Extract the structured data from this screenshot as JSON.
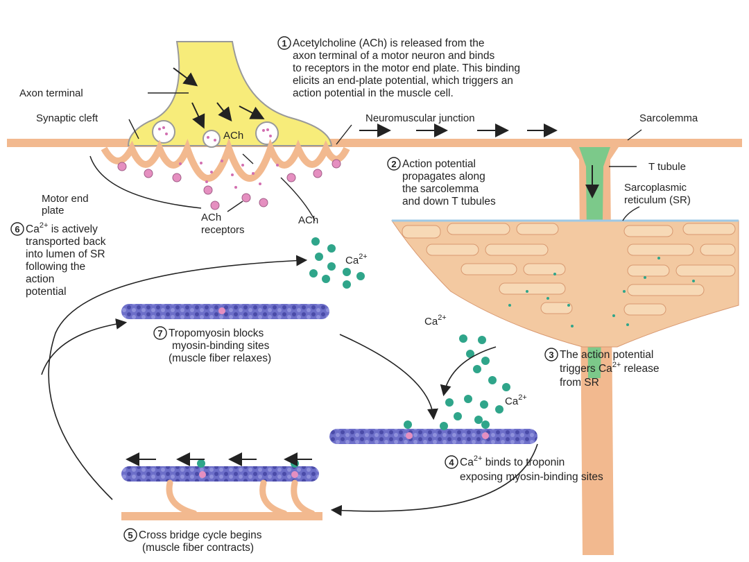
{
  "labels": {
    "axon_terminal": "Axon terminal",
    "synaptic_cleft": "Synaptic cleft",
    "ach_vesicle": "ACh",
    "ach_released": "ACh",
    "ach_receptors_1": "ACh",
    "ach_receptors_2": "receptors",
    "motor_end_plate_1": "Motor end",
    "motor_end_plate_2": "plate",
    "neuromuscular_junction": "Neuromuscular junction",
    "sarcolemma": "Sarcolemma",
    "t_tubule": "T tubule",
    "sr_1": "Sarcoplasmic",
    "sr_2": "reticulum (SR)",
    "ca_top": "Ca",
    "ca_left": "Ca",
    "ca_lower": "Ca",
    "ca_sup": "2+"
  },
  "steps": [
    {
      "num": "1",
      "lines": [
        "Acetylcholine (ACh) is released from the",
        "axon terminal of a motor neuron and binds",
        "to receptors in the motor end plate. This binding",
        "elicits an end-plate potential, which triggers an",
        "action potential in the muscle cell."
      ]
    },
    {
      "num": "2",
      "lines": [
        "Action potential",
        "propagates along",
        "the sarcolemma",
        "and down T tubules"
      ]
    },
    {
      "num": "3",
      "lines": [
        "The action potential",
        "triggers Ca",
        "release",
        "from SR"
      ]
    },
    {
      "num": "4",
      "lines": [
        "Ca",
        "binds to troponin",
        "exposing myosin-binding sites"
      ]
    },
    {
      "num": "5",
      "lines": [
        "Cross bridge cycle begins",
        "(muscle fiber contracts)"
      ]
    },
    {
      "num": "6",
      "lines": [
        "Ca",
        "is actively",
        "transported back",
        "into lumen of SR",
        "following the",
        "action",
        "potential"
      ]
    },
    {
      "num": "7",
      "lines": [
        "Tropomyosin blocks",
        "myosin-binding sites",
        "(muscle fiber relaxes)"
      ]
    }
  ],
  "colors": {
    "axon": "#f7ec7a",
    "sarcolemma": "#f2b98f",
    "t_tubule": "#7cc98a",
    "sr": "#f3c9a1",
    "calcium": "#2fa58a",
    "receptor": "#e58fc0",
    "filament": "#6d6fc9"
  }
}
